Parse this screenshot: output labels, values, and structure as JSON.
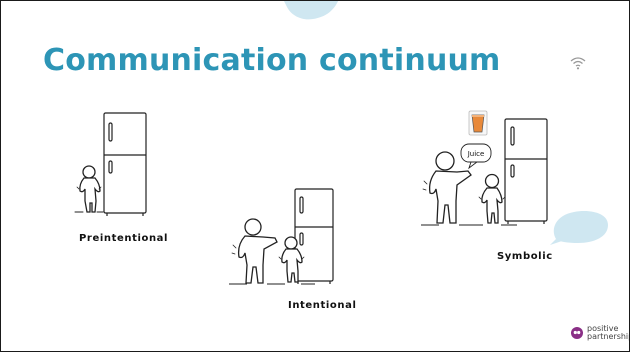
{
  "slide": {
    "title": "Communication continuum",
    "stages": [
      {
        "label": "Preintentional"
      },
      {
        "label": "Intentional"
      },
      {
        "label": "Symbolic"
      }
    ],
    "speech_bubble": "Juice",
    "logo": {
      "line1": "positive",
      "line2": "partnerships"
    }
  },
  "colors": {
    "title": "#2d95b6",
    "blob": "#cfe7f1",
    "juice": "#e8893a",
    "logo": "#8a2f86"
  }
}
